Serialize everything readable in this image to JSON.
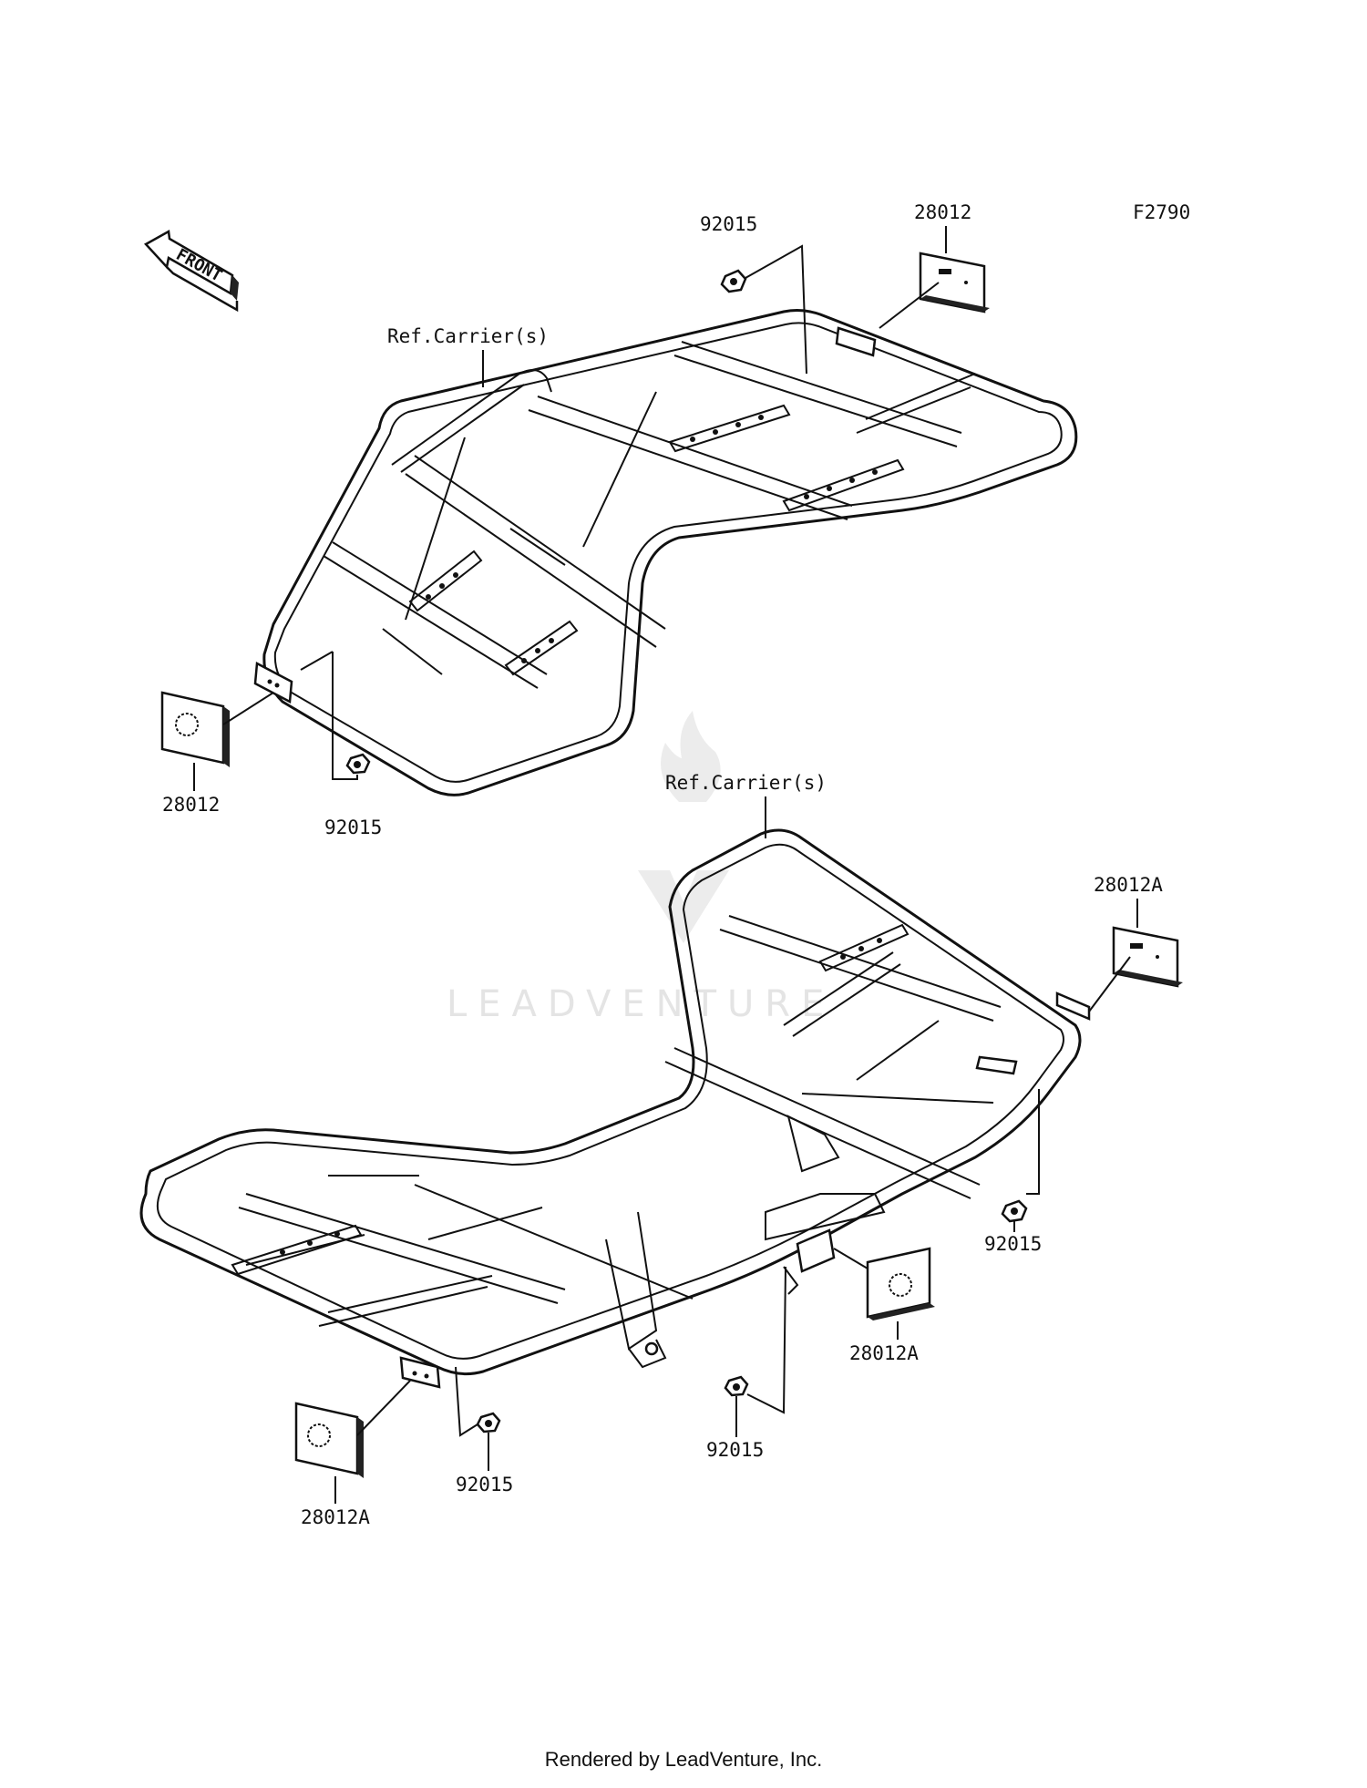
{
  "figure_code": "F2790",
  "front_arrow_label": "FRONT",
  "watermark": "LEADVENTURE",
  "footer": "Rendered by LeadVenture, Inc.",
  "front_carrier": {
    "ref_label": "Ref.Carrier(s)",
    "reflector_right_label": "28012",
    "nut_right_label": "92015",
    "reflector_left_label": "28012",
    "nut_left_label": "92015"
  },
  "rear_carrier": {
    "ref_label": "Ref.Carrier(s)",
    "reflector_right_top_label": "28012A",
    "nut_right_label": "92015",
    "reflector_center_label": "28012A",
    "nut_center_label": "92015",
    "reflector_left_label": "28012A",
    "nut_left_label": "92015"
  }
}
